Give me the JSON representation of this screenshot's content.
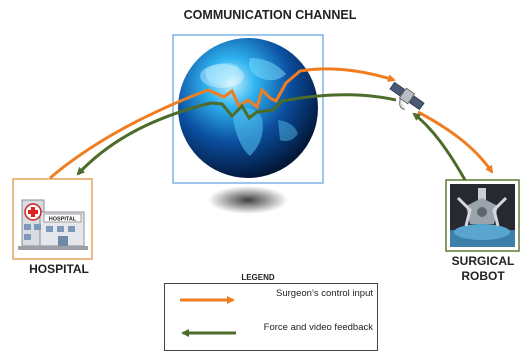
{
  "diagram": {
    "title": "COMMUNICATION CHANNEL",
    "nodes": {
      "hospital": {
        "label": "HOSPITAL",
        "icon": "hospital-building-icon",
        "sign": "HOSPITAL"
      },
      "robot": {
        "label": "SURGICAL ROBOT",
        "icon": "surgical-robot-icon"
      },
      "globe": {
        "icon": "earth-globe-icon"
      },
      "satellite": {
        "icon": "satellite-icon"
      }
    },
    "legend": {
      "title": "LEGEND",
      "items": [
        {
          "label": "Surgeon’s control input",
          "color": "#ef7d22",
          "direction": "right"
        },
        {
          "label": "Force and video feedback",
          "color": "#4d6b2b",
          "direction": "left"
        }
      ]
    },
    "colors": {
      "control": "#ef7d22",
      "feedback": "#4d6b2b",
      "hospital_frame": "#e8a05a",
      "robot_frame": "#5b7a34",
      "globe_frame": "#7fb3e6"
    }
  }
}
